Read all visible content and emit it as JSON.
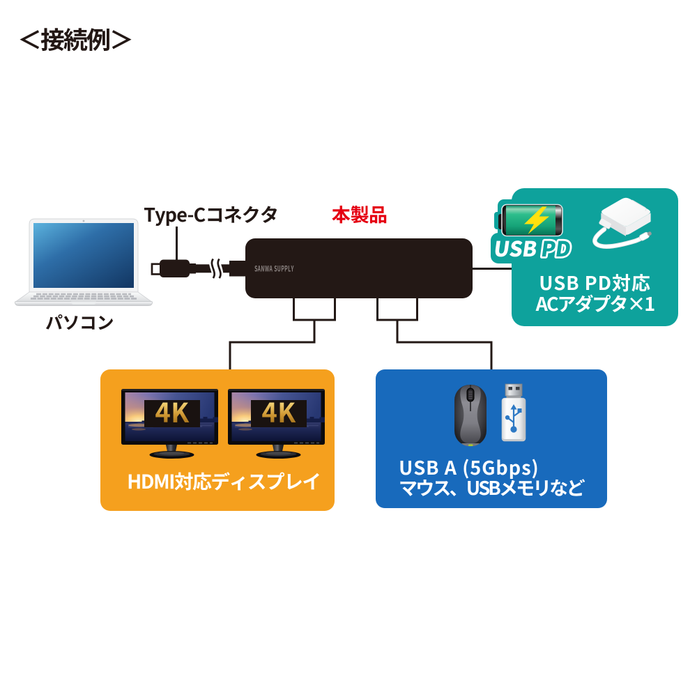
{
  "diagram_title": "＜接続例＞",
  "colors": {
    "ink": "#231815",
    "accent_red": "#e50012",
    "pd_teal": "#0ea29c",
    "hdmi_orange": "#f5a01e",
    "usb_blue": "#186abc",
    "battery_green": "#12a376",
    "bolt_yellow": "#ffe10e",
    "gold_4k": "#d9a845"
  },
  "computer": {
    "label": "パソコン"
  },
  "cable": {
    "connector_label": "Type-Cコネクタ"
  },
  "product": {
    "label": "本製品",
    "brand": "SANWA SUPPLY"
  },
  "pd_box": {
    "badge_usb": "USB",
    "badge_pd": "PD",
    "line1": "USB PD対応",
    "line2": "ACアダプタ×1"
  },
  "hdmi_box": {
    "monitor_badge": "4K",
    "label": "HDMI対応ディスプレイ"
  },
  "usb_box": {
    "line1": "USB A (5Gbps)",
    "line2": "マウス、USBメモリなど"
  }
}
